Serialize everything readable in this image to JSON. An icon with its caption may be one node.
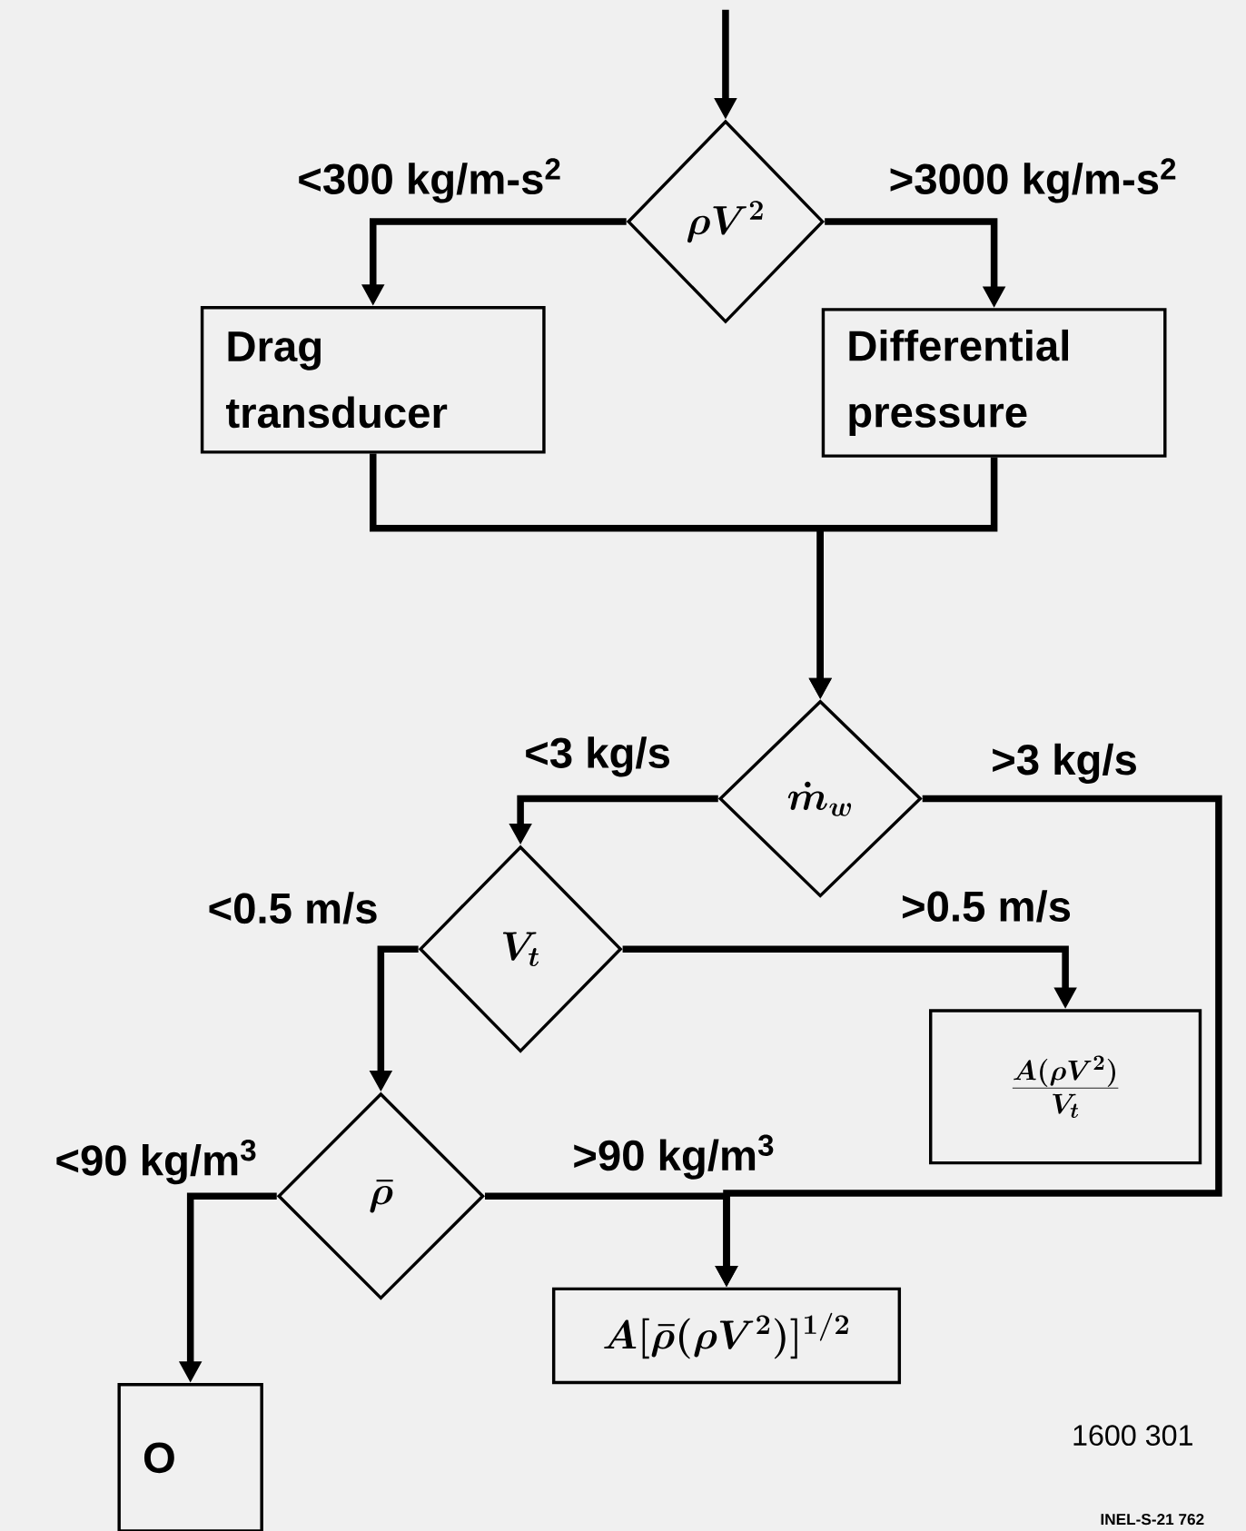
{
  "diagram": {
    "nodes": [
      {
        "text": [
          "\\rho V^{2}"
        ]
      },
      {
        "text": [
          "Drag transducer"
        ]
      },
      {
        "text": [
          "Differential pressure"
        ]
      },
      {
        "text": [
          "\\dot{m}_{w}"
        ]
      },
      {
        "text": [
          "V_{t}"
        ]
      },
      {
        "text": [
          "\\frac{A(\\rho V^{2})}{V_{t}}"
        ]
      },
      {
        "text": [
          "\\bar{\\rho}"
        ]
      },
      {
        "text": [
          "A[\\bar{\\rho}(\\rho V^{2})]^{1/2}"
        ]
      },
      {
        "text": [
          "O"
        ]
      }
    ],
    "edges": [
      {
        "from": null,
        "to": 0,
        "arrow": "to"
      },
      {
        "from": 0,
        "to": 1,
        "arrow": "to",
        "label": "<300 kg/m-s$^{2}$"
      },
      {
        "from": 0,
        "to": 2,
        "arrow": "to",
        "label": ">3000 kg/m-s$^{2}$"
      },
      {
        "from": 1,
        "to": 3,
        "arrow": "to"
      },
      {
        "from": 2,
        "to": 3,
        "arrow": "to"
      },
      {
        "from": 3,
        "to": 4,
        "arrow": "to",
        "label": "<3 kg/s"
      },
      {
        "from": 3,
        "to": 7,
        "arrow": "to",
        "label": ">3 kg/s"
      },
      {
        "from": 4,
        "to": 5,
        "arrow": "to",
        "label": ">0.5 m/s"
      },
      {
        "from": 4,
        "to": 6,
        "arrow": "to",
        "label": "<0.5 m/s"
      },
      {
        "from": 6,
        "to": 7,
        "arrow": "to",
        "label": ">90 kg/m$^{3}$"
      },
      {
        "from": 6,
        "to": 8,
        "arrow": "to",
        "label": "<90 kg/m$^{3}$"
      }
    ],
    "labels": [
      "1600 301",
      "INEL-S-21 762"
    ]
  }
}
